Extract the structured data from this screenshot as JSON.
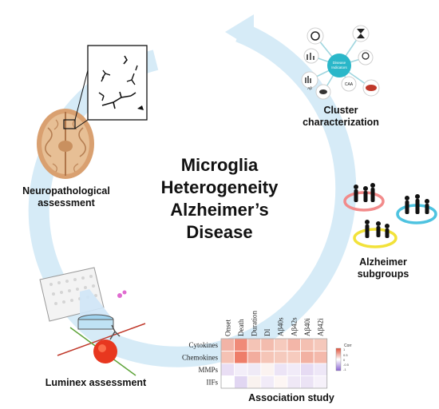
{
  "title_lines": [
    "Microglia",
    "Heterogeneity",
    "Alzheimer’s",
    "Disease"
  ],
  "labels": {
    "neuropathological": [
      "Neuropathological",
      "assessment"
    ],
    "cluster": [
      "Cluster",
      "characterization"
    ],
    "alzheimer_subgroups": [
      "Alzheimer",
      "subgroups"
    ],
    "luminex": "Luminex assessment",
    "association": "Association study"
  },
  "cluster_hub": {
    "center": [
      "Disease",
      "Indicators"
    ],
    "node_labels": [
      "CAA",
      "Aβ"
    ]
  },
  "heatmap": {
    "columns": [
      "Onset",
      "Death",
      "Duration",
      "DI",
      "Aβ40s",
      "Aβ42s",
      "Aβ40i",
      "Aβ42i"
    ],
    "rows": [
      "Cytokines",
      "Chemokines",
      "MMPs",
      "IIFs"
    ],
    "cells": [
      [
        "#f2b3a6",
        "#f08a78",
        "#f4c4b6",
        "#f3bcae",
        "#f6cabd",
        "#f3b6a8",
        "#f4c0b2",
        "#f5c8bb"
      ],
      [
        "#f5c2b4",
        "#ee7d69",
        "#f2ad9e",
        "#f5c5b7",
        "#f5cabd",
        "#f6cbbe",
        "#f2b1a2",
        "#f4b9ab"
      ],
      [
        "#e9def4",
        "#f3eef9",
        "#efeaf6",
        "#fbf3f1",
        "#ece4f6",
        "#f1ebf8",
        "#e6dbf3",
        "#eee7f7"
      ],
      [
        "#ffffff",
        "#e1d6f2",
        "#f9f2ef",
        "#f1ebf8",
        "#fdf6f4",
        "#efe8f6",
        "#ebe3f5",
        "#f6f1fa"
      ]
    ],
    "legend_title": "Corr",
    "legend_ticks": [
      "1",
      "0.5",
      "0",
      "-0.5",
      "-1"
    ]
  },
  "colors": {
    "arrow": "#d6ebf7",
    "hub": "#2ab7c9",
    "heat_high": "#e0513a",
    "heat_low": "#8a63d2",
    "text": "#111111"
  }
}
